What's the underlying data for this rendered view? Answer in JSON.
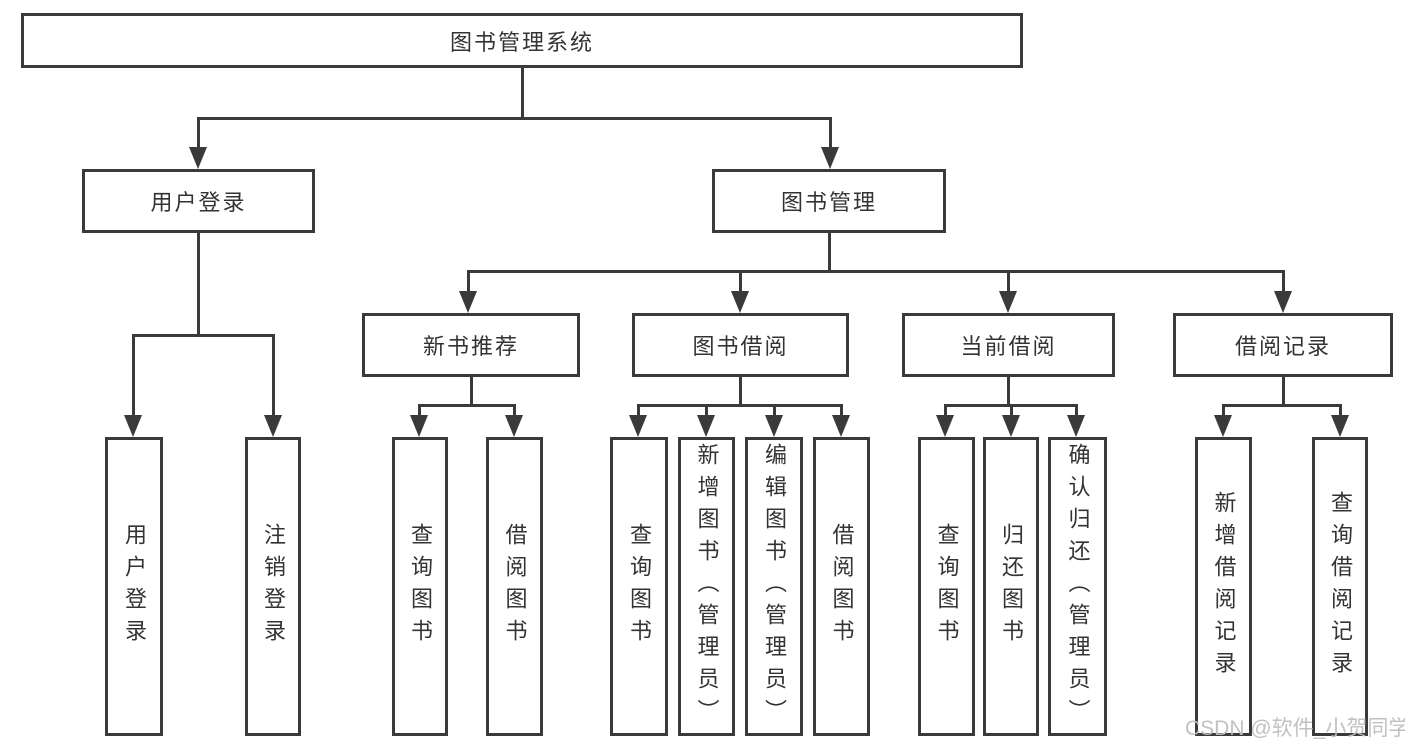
{
  "diagram": {
    "root": {
      "label": "图书管理系统"
    },
    "branches": [
      {
        "label": "用户登录",
        "children": [
          {
            "label": "用户登录"
          },
          {
            "label": "注销登录"
          }
        ]
      },
      {
        "label": "图书管理",
        "children": [
          {
            "label": "新书推荐",
            "children": [
              {
                "label": "查询图书"
              },
              {
                "label": "借阅图书"
              }
            ]
          },
          {
            "label": "图书借阅",
            "children": [
              {
                "label": "查询图书"
              },
              {
                "label": "新增图书（管理员）"
              },
              {
                "label": "编辑图书（管理员）"
              },
              {
                "label": "借阅图书"
              }
            ]
          },
          {
            "label": "当前借阅",
            "children": [
              {
                "label": "查询图书"
              },
              {
                "label": "归还图书"
              },
              {
                "label": "确认归还（管理员）"
              }
            ]
          },
          {
            "label": "借阅记录",
            "children": [
              {
                "label": "新增借阅记录"
              },
              {
                "label": "查询借阅记录"
              }
            ]
          }
        ]
      }
    ],
    "watermark": "CSDN @软件_小贺同学",
    "colors": {
      "line": "#3a3a3a",
      "text": "#333333",
      "watermark": "#bebebe"
    }
  }
}
